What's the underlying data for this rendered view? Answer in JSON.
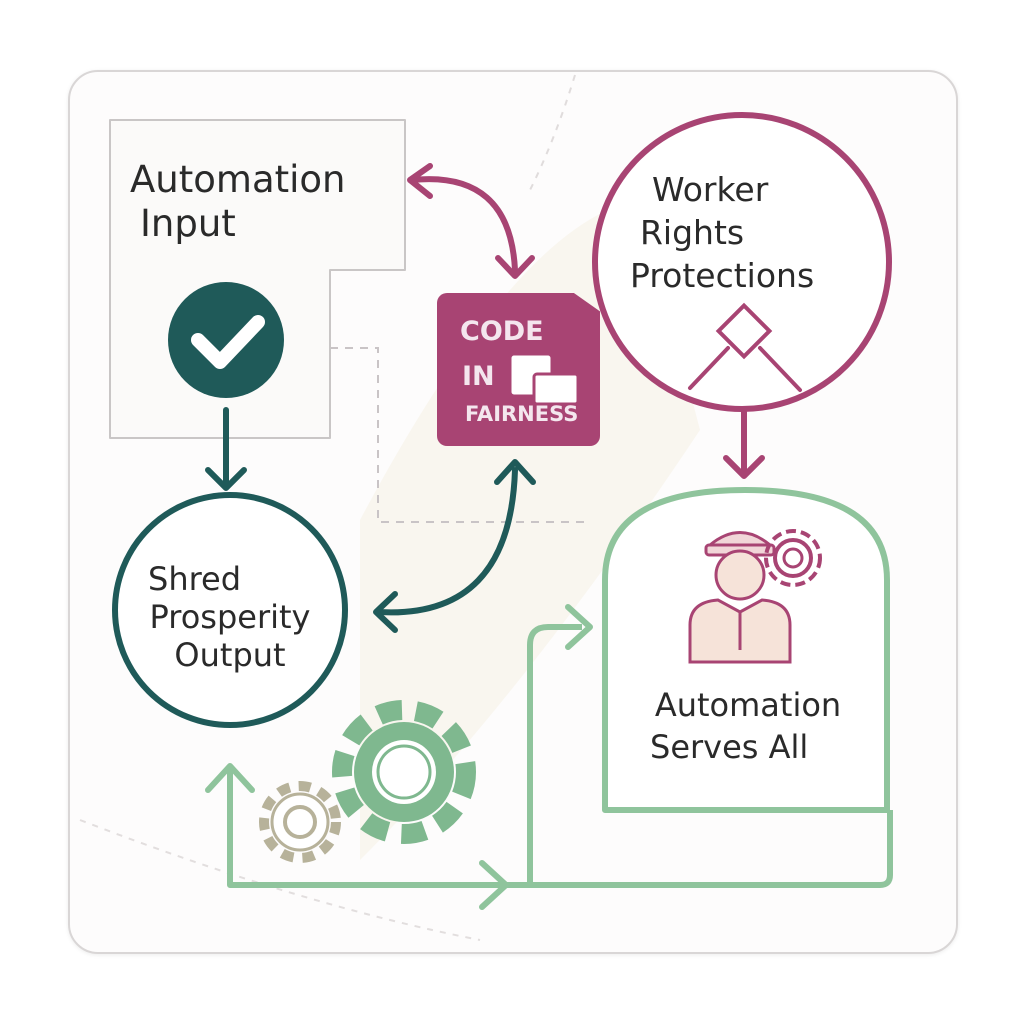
{
  "nodes": {
    "automation_input": {
      "line1": "Automation",
      "line2": "Input"
    },
    "worker_rights": {
      "line1": "Worker",
      "line2": "Rights",
      "line3": "Protections"
    },
    "code_fairness": {
      "line1": "CODE",
      "line2": "IN",
      "line3": "FAIRNESS"
    },
    "shared_prosperity": {
      "line1": "Shred",
      "line2": "Prosperity",
      "line3": "Output"
    },
    "automation_serves": {
      "line1": "Automation",
      "line2": "Serves All"
    }
  },
  "colors": {
    "plum": "#a84473",
    "teal": "#1f5a59",
    "sage": "#8fc49c",
    "gear_outline": "#b7b29a",
    "gear_fill": "#7fb88f"
  },
  "icons": [
    "check-icon",
    "gear-icon",
    "worker-icon",
    "diamond-icon"
  ]
}
